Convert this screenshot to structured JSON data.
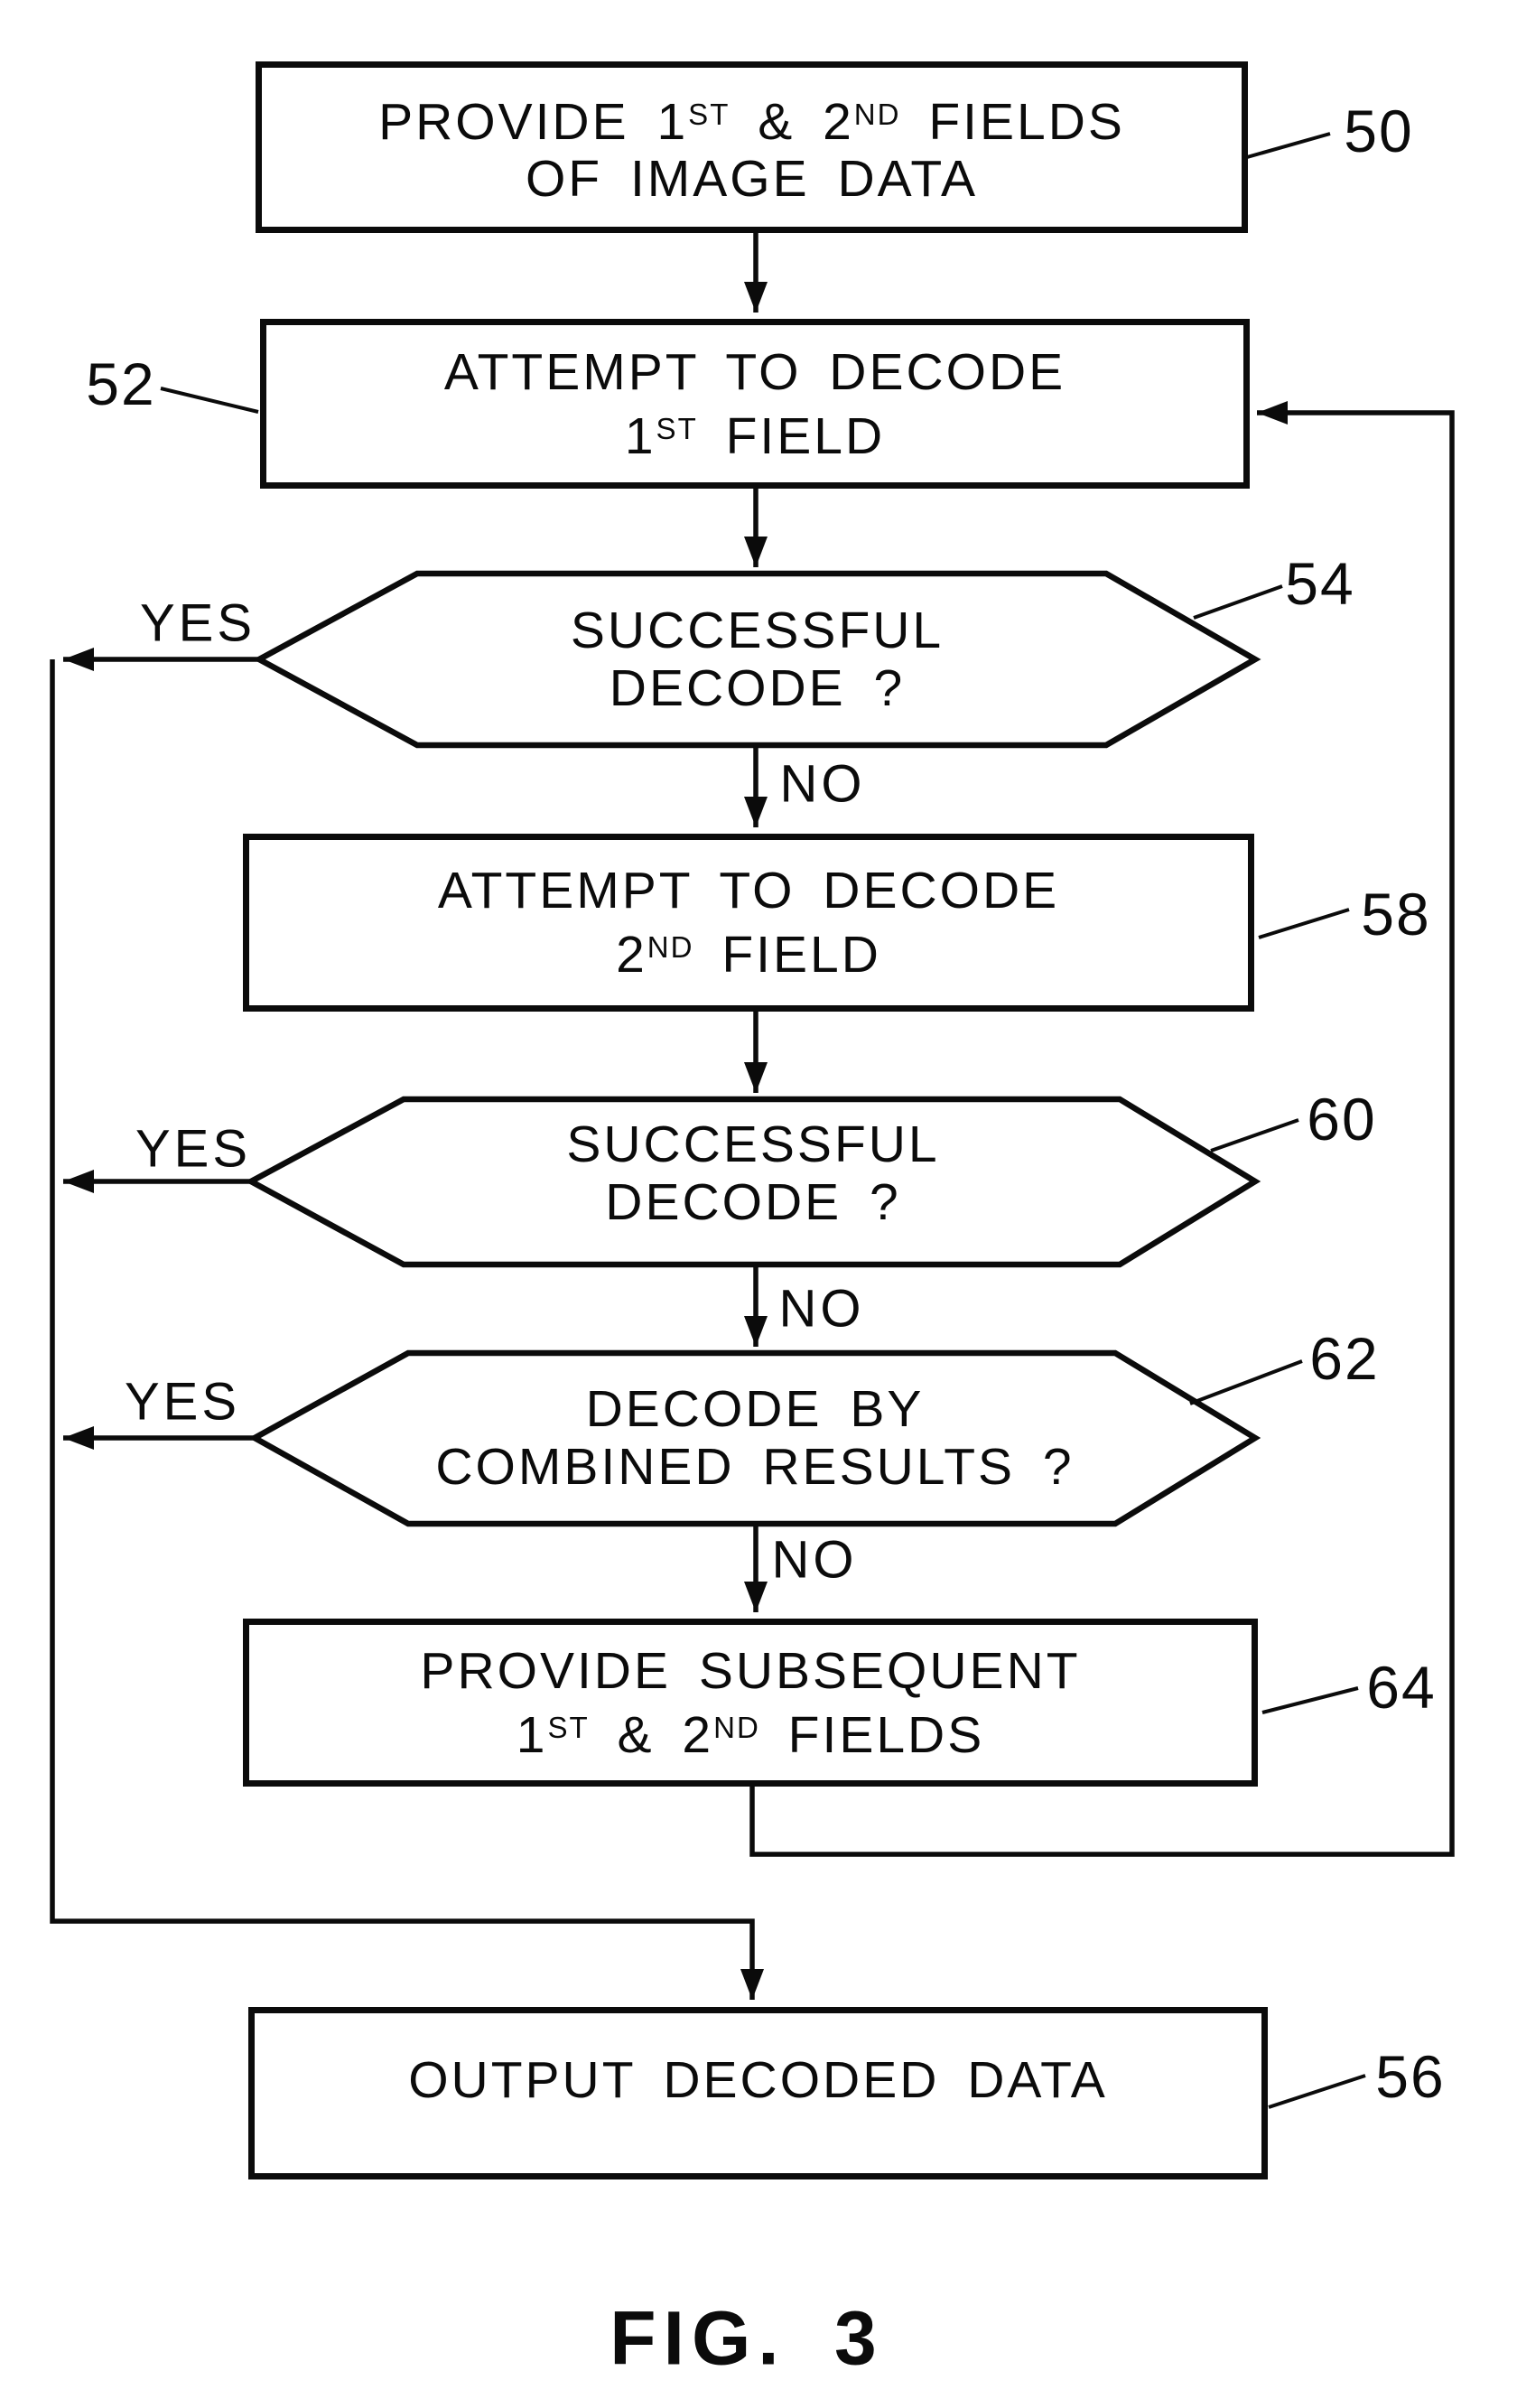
{
  "figure": {
    "caption": "FIG. 3",
    "ink_color": "#0b0b0b",
    "paper_color": "#ffffff"
  },
  "nodes": {
    "box50": {
      "ref": "50",
      "l1a": "PROVIDE 1",
      "l1a_sup": "ST",
      "l1b": " & 2",
      "l1b_sup": "ND",
      "l1c": " FIELDS",
      "l2": "OF IMAGE DATA"
    },
    "box52": {
      "ref": "52",
      "l1": "ATTEMPT TO DECODE",
      "l2a": "1",
      "l2a_sup": "ST",
      "l2b": " FIELD"
    },
    "hex54": {
      "ref": "54",
      "l1": "SUCCESSFUL",
      "l2": "DECODE ?",
      "yes": "YES",
      "no": "NO"
    },
    "box58": {
      "ref": "58",
      "l1": "ATTEMPT TO DECODE",
      "l2a": "2",
      "l2a_sup": "ND",
      "l2b": " FIELD"
    },
    "hex60": {
      "ref": "60",
      "l1": "SUCCESSFUL",
      "l2": "DECODE ?",
      "yes": "YES",
      "no": "NO"
    },
    "hex62": {
      "ref": "62",
      "l1": "DECODE BY",
      "l2": "COMBINED RESULTS ?",
      "yes": "YES",
      "no": "NO"
    },
    "box64": {
      "ref": "64",
      "l1": "PROVIDE SUBSEQUENT",
      "l2a": "1",
      "l2a_sup": "ST",
      "l2b": " & 2",
      "l2b_sup": "ND",
      "l2c": " FIELDS"
    },
    "box56": {
      "ref": "56",
      "l1": "OUTPUT DECODED DATA"
    }
  }
}
